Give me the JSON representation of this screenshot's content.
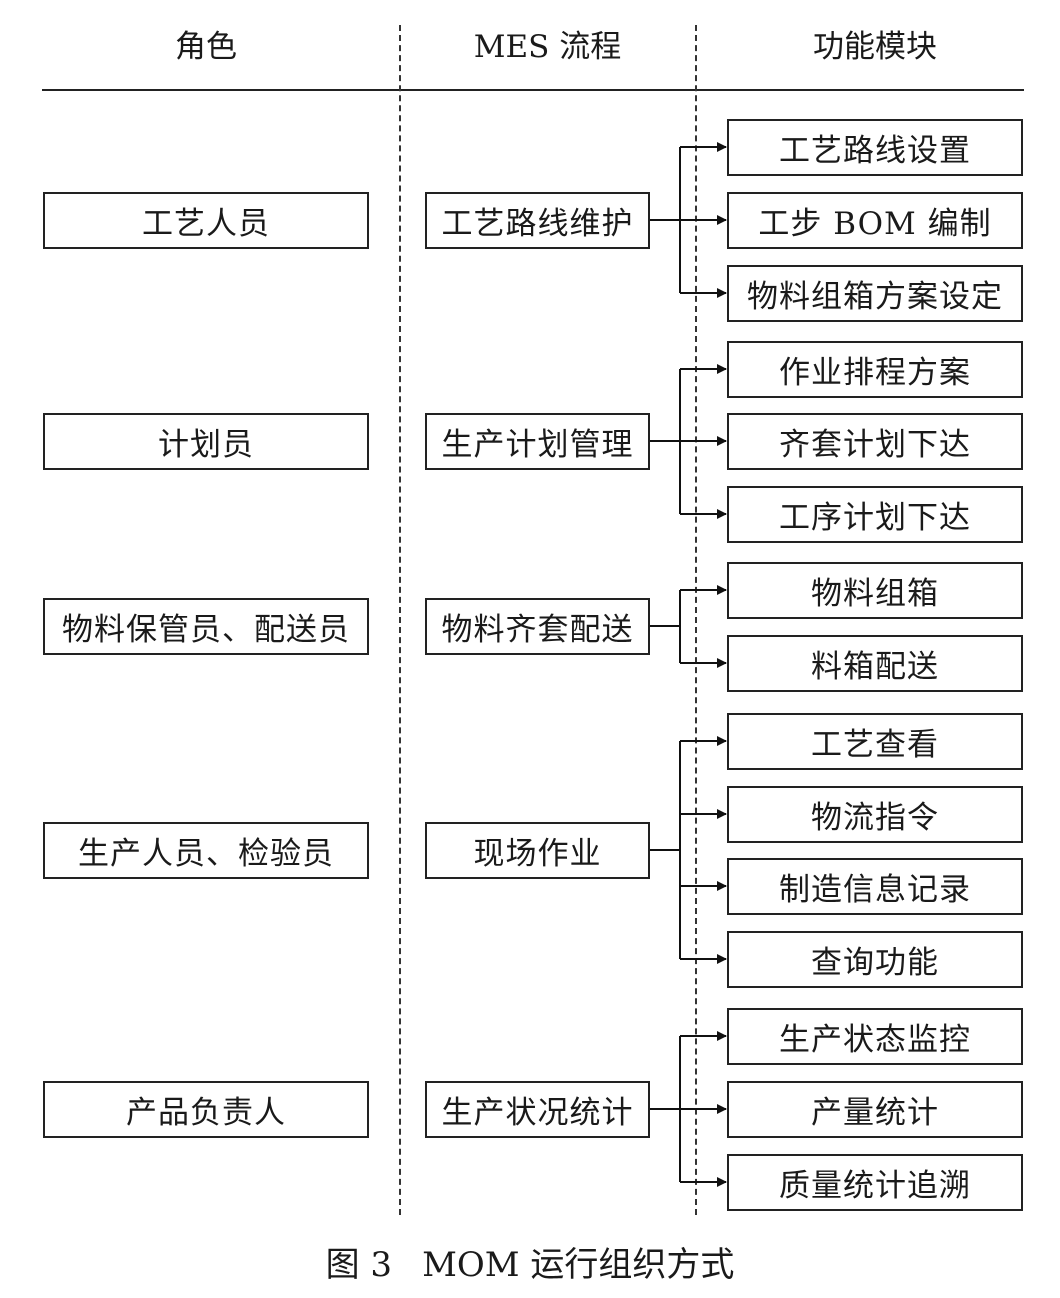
{
  "headers": {
    "role": "角色",
    "process": "MES 流程",
    "module": "功能模块"
  },
  "groups": [
    {
      "role": "工艺人员",
      "process": "工艺路线维护",
      "modules": [
        "工艺路线设置",
        "工步 BOM 编制",
        "物料组箱方案设定"
      ]
    },
    {
      "role": "计划员",
      "process": "生产计划管理",
      "modules": [
        "作业排程方案",
        "齐套计划下达",
        "工序计划下达"
      ]
    },
    {
      "role": "物料保管员、配送员",
      "process": "物料齐套配送",
      "modules": [
        "物料组箱",
        "料箱配送"
      ]
    },
    {
      "role": "生产人员、检验员",
      "process": "现场作业",
      "modules": [
        "工艺查看",
        "物流指令",
        "制造信息记录",
        "查询功能"
      ]
    },
    {
      "role": "产品负责人",
      "process": "生产状况统计",
      "modules": [
        "生产状态监控",
        "产量统计",
        "质量统计追溯"
      ]
    }
  ],
  "caption": {
    "number": "图 3",
    "title": "MOM 运行组织方式"
  }
}
